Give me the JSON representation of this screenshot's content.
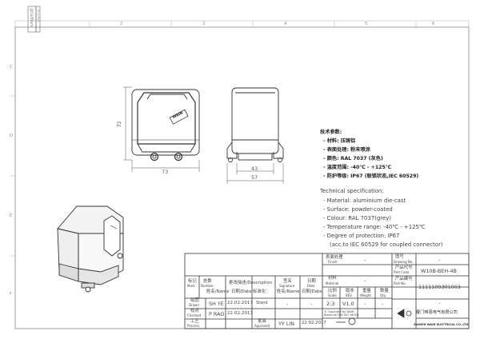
{
  "sheet": {
    "corner_label": "标记/Mark",
    "corner_sub": "Filing Back",
    "top_numbers": [
      "2",
      "3",
      "4",
      "5",
      "6"
    ],
    "left_letters": [
      "C",
      "D",
      "E",
      "F"
    ]
  },
  "dimensions": {
    "width_front": "73",
    "height_front": "72",
    "width_side_inner": "43",
    "width_side_outer": "57"
  },
  "logo_text": "WAIN",
  "spec_cn": {
    "title": "技术参数:",
    "items": [
      "- 材料: 压铸铝",
      "- 表面处理: 粉末喷涂",
      "- 颜色: RAL 7037 (灰色)",
      "- 温度范围: -40℃ - +125℃",
      "- 防护等级: IP67 (联锁状态,IEC 60529)"
    ]
  },
  "spec_en": {
    "title": "Technical specification:",
    "items": [
      "- Material: aluminium die-cast",
      "- Surface: powder-coated",
      "- Colour: RAL 7037(grey)",
      "- Temperature range: -40℃ - +125℃",
      "- Degree of protection: IP67",
      "(acc.to IEC 60529 for coupled connector)"
    ]
  },
  "title_block": {
    "finish_label": "表面处理",
    "finish_en": "Finish",
    "finish_value": "-",
    "drawing_no_label": "图号",
    "drawing_no_en": "Drawing No.",
    "drawing_no_value": "-",
    "part_code_label": "产品代号",
    "part_code_en": "Part Code",
    "part_code_value": "W10B-BEH-4B",
    "part_no_label": "产品编号",
    "part_no_en": "Part No.",
    "part_no_value": "1111109301003",
    "material_label": "材料",
    "material_en": "Material",
    "material_value": "-",
    "mark_label": "标记",
    "mark_en": "Mark",
    "number_label": "处数",
    "number_en": "Number",
    "desc_label": "更改描述/Description",
    "signature_label": "签名",
    "signature_en": "Signature",
    "date_label": "日期",
    "date_en": "Date",
    "name_label": "姓名/Name",
    "date_label2": "日期/Date",
    "drawn_cn": "绘图",
    "drawn_en": "Drawn",
    "drawn_name": "SH YE",
    "drawn_date": "22.02.2017",
    "checked_cn": "校对",
    "checked_en": "Checked",
    "checked_name": "P RAO",
    "checked_date": "22.02.2017",
    "process_cn": "工艺",
    "process_en": "Process",
    "stand_cn": "标准化",
    "stand_en": "Stand",
    "approved_cn": "批准",
    "approved_en": "Approved",
    "approved_name": "YY LIN",
    "approved_date": "22.02.2017",
    "name_label2": "姓名/Name",
    "date_label3": "日期/Date",
    "dash": "-",
    "scale_cn": "比例",
    "scale_en": "Scale",
    "scale_value": "2:3",
    "rev_cn": "版本",
    "rev_en": "REV.",
    "rev_value": "V1.0",
    "weight_cn": "重量",
    "weight_en": "Weight",
    "weight_value": "-",
    "qty_cn": "数量",
    "qty_en": "Qty.",
    "qty_value": "-",
    "copyright_1": "© Copyright by WAIN",
    "copyright_2": "Based on DIN ISO 16016",
    "company_cn": "厦门唯恩电气有限公司",
    "company_en": "XIAMEN WAIN ELECTRICAL CO.,LTD"
  }
}
